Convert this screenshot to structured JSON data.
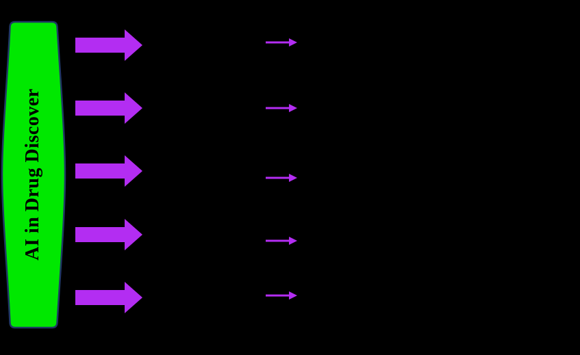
{
  "diagram": {
    "source": {
      "label": "AI in Drug Discover",
      "shape": "barrel-vertical-cylinder"
    },
    "colors": {
      "background": "#000000",
      "shape_fill": "#00e800",
      "shape_border": "#1f3864",
      "title_text": "#000000",
      "arrow": "#b32df2"
    },
    "flow": {
      "big_arrow_count": 5,
      "small_arrow_count": 5,
      "direction": "right"
    }
  }
}
